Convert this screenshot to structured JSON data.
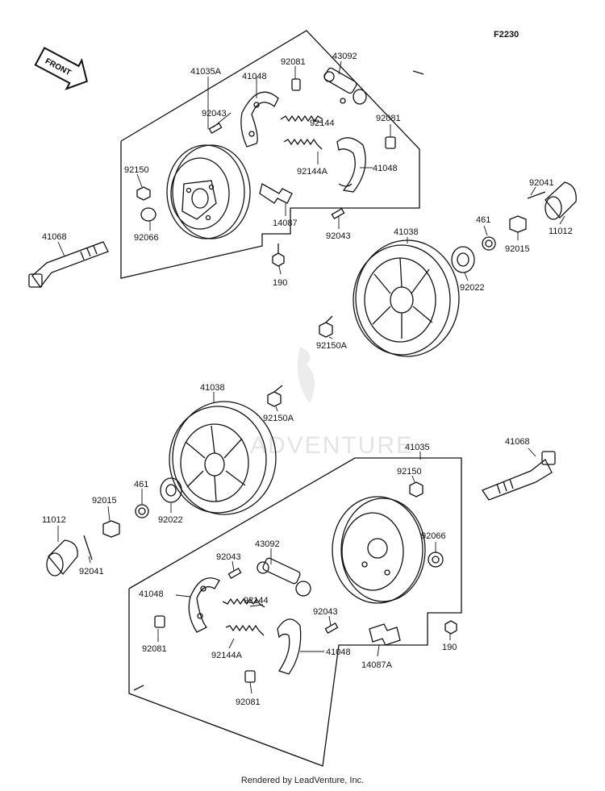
{
  "diagram": {
    "code": "F2230",
    "front_label": "FRONT",
    "watermark": "ADVENTURE",
    "footer": "Rendered by LeadVenture, Inc.",
    "callouts": [
      {
        "id": "c1",
        "text": "41035A"
      },
      {
        "id": "c2",
        "text": "41048"
      },
      {
        "id": "c3",
        "text": "92081"
      },
      {
        "id": "c4",
        "text": "43092"
      },
      {
        "id": "c5",
        "text": "92043"
      },
      {
        "id": "c6",
        "text": "92144"
      },
      {
        "id": "c7",
        "text": "92081"
      },
      {
        "id": "c8",
        "text": "92144A"
      },
      {
        "id": "c9",
        "text": "41048"
      },
      {
        "id": "c10",
        "text": "92150"
      },
      {
        "id": "c11",
        "text": "92066"
      },
      {
        "id": "c12",
        "text": "14087"
      },
      {
        "id": "c13",
        "text": "92043"
      },
      {
        "id": "c14",
        "text": "41068"
      },
      {
        "id": "c15",
        "text": "190"
      },
      {
        "id": "c16",
        "text": "41038"
      },
      {
        "id": "c17",
        "text": "461"
      },
      {
        "id": "c18",
        "text": "92022"
      },
      {
        "id": "c19",
        "text": "92041"
      },
      {
        "id": "c20",
        "text": "92015"
      },
      {
        "id": "c21",
        "text": "11012"
      },
      {
        "id": "c22",
        "text": "92150A"
      },
      {
        "id": "c23",
        "text": "41038"
      },
      {
        "id": "c24",
        "text": "92150A"
      },
      {
        "id": "c25",
        "text": "41035"
      },
      {
        "id": "c26",
        "text": "92150"
      },
      {
        "id": "c27",
        "text": "41068"
      },
      {
        "id": "c28",
        "text": "461"
      },
      {
        "id": "c29",
        "text": "92015"
      },
      {
        "id": "c30",
        "text": "92022"
      },
      {
        "id": "c31",
        "text": "11012"
      },
      {
        "id": "c32",
        "text": "92041"
      },
      {
        "id": "c33",
        "text": "92066"
      },
      {
        "id": "c34",
        "text": "43092"
      },
      {
        "id": "c35",
        "text": "92043"
      },
      {
        "id": "c36",
        "text": "41048"
      },
      {
        "id": "c37",
        "text": "92144"
      },
      {
        "id": "c38",
        "text": "92043"
      },
      {
        "id": "c39",
        "text": "92081"
      },
      {
        "id": "c40",
        "text": "92144A"
      },
      {
        "id": "c41",
        "text": "41048"
      },
      {
        "id": "c42",
        "text": "14087A"
      },
      {
        "id": "c43",
        "text": "190"
      },
      {
        "id": "c44",
        "text": "92081"
      }
    ]
  }
}
